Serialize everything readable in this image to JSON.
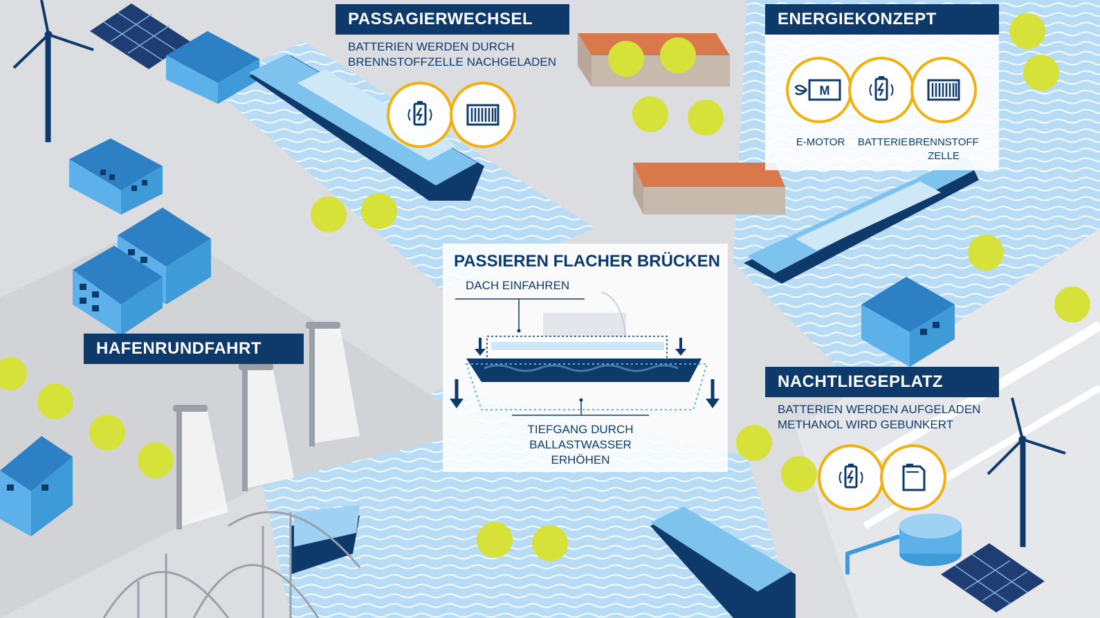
{
  "colors": {
    "navy": "#0e3a6b",
    "accent_yellow": "#f0b10f",
    "water": "#b8dcf5",
    "building_blue": "#3f9ad8",
    "tree_green": "#d6e23a",
    "ground": "#dcdde0"
  },
  "sections": {
    "passagierwechsel": {
      "title": "PASSAGIERWECHSEL",
      "lines": [
        "BATTERIEN WERDEN DURCH",
        "BRENNSTOFFZELLE NACHGELADEN"
      ],
      "icons": [
        "battery-charging-icon",
        "fuel-cell-icon"
      ]
    },
    "energiekonzept": {
      "title": "ENERGIEKONZEPT",
      "items": [
        {
          "label": "E-MOTOR",
          "icon": "e-motor-icon",
          "motor_letter": "M"
        },
        {
          "label": "BATTERIE",
          "icon": "battery-charging-icon"
        },
        {
          "label_lines": [
            "BRENNSTOFF",
            "ZELLE"
          ],
          "icon": "fuel-cell-icon"
        }
      ]
    },
    "passieren": {
      "title": "PASSIEREN FLACHER BRÜCKEN",
      "roof_label": "DACH EINFAHREN",
      "draft_lines": [
        "TIEFGANG DURCH",
        "BALLASTWASSER",
        "ERHÖHEN"
      ]
    },
    "hafenrundfahrt": {
      "title": "HAFENRUNDFAHRT"
    },
    "nachtliegeplatz": {
      "title": "NACHTLIEGEPLATZ",
      "lines": [
        "BATTERIEN WERDEN AUFGELADEN",
        "METHANOL WIRD GEBUNKERT"
      ],
      "icons": [
        "battery-charging-icon",
        "fuel-canister-icon"
      ]
    }
  }
}
